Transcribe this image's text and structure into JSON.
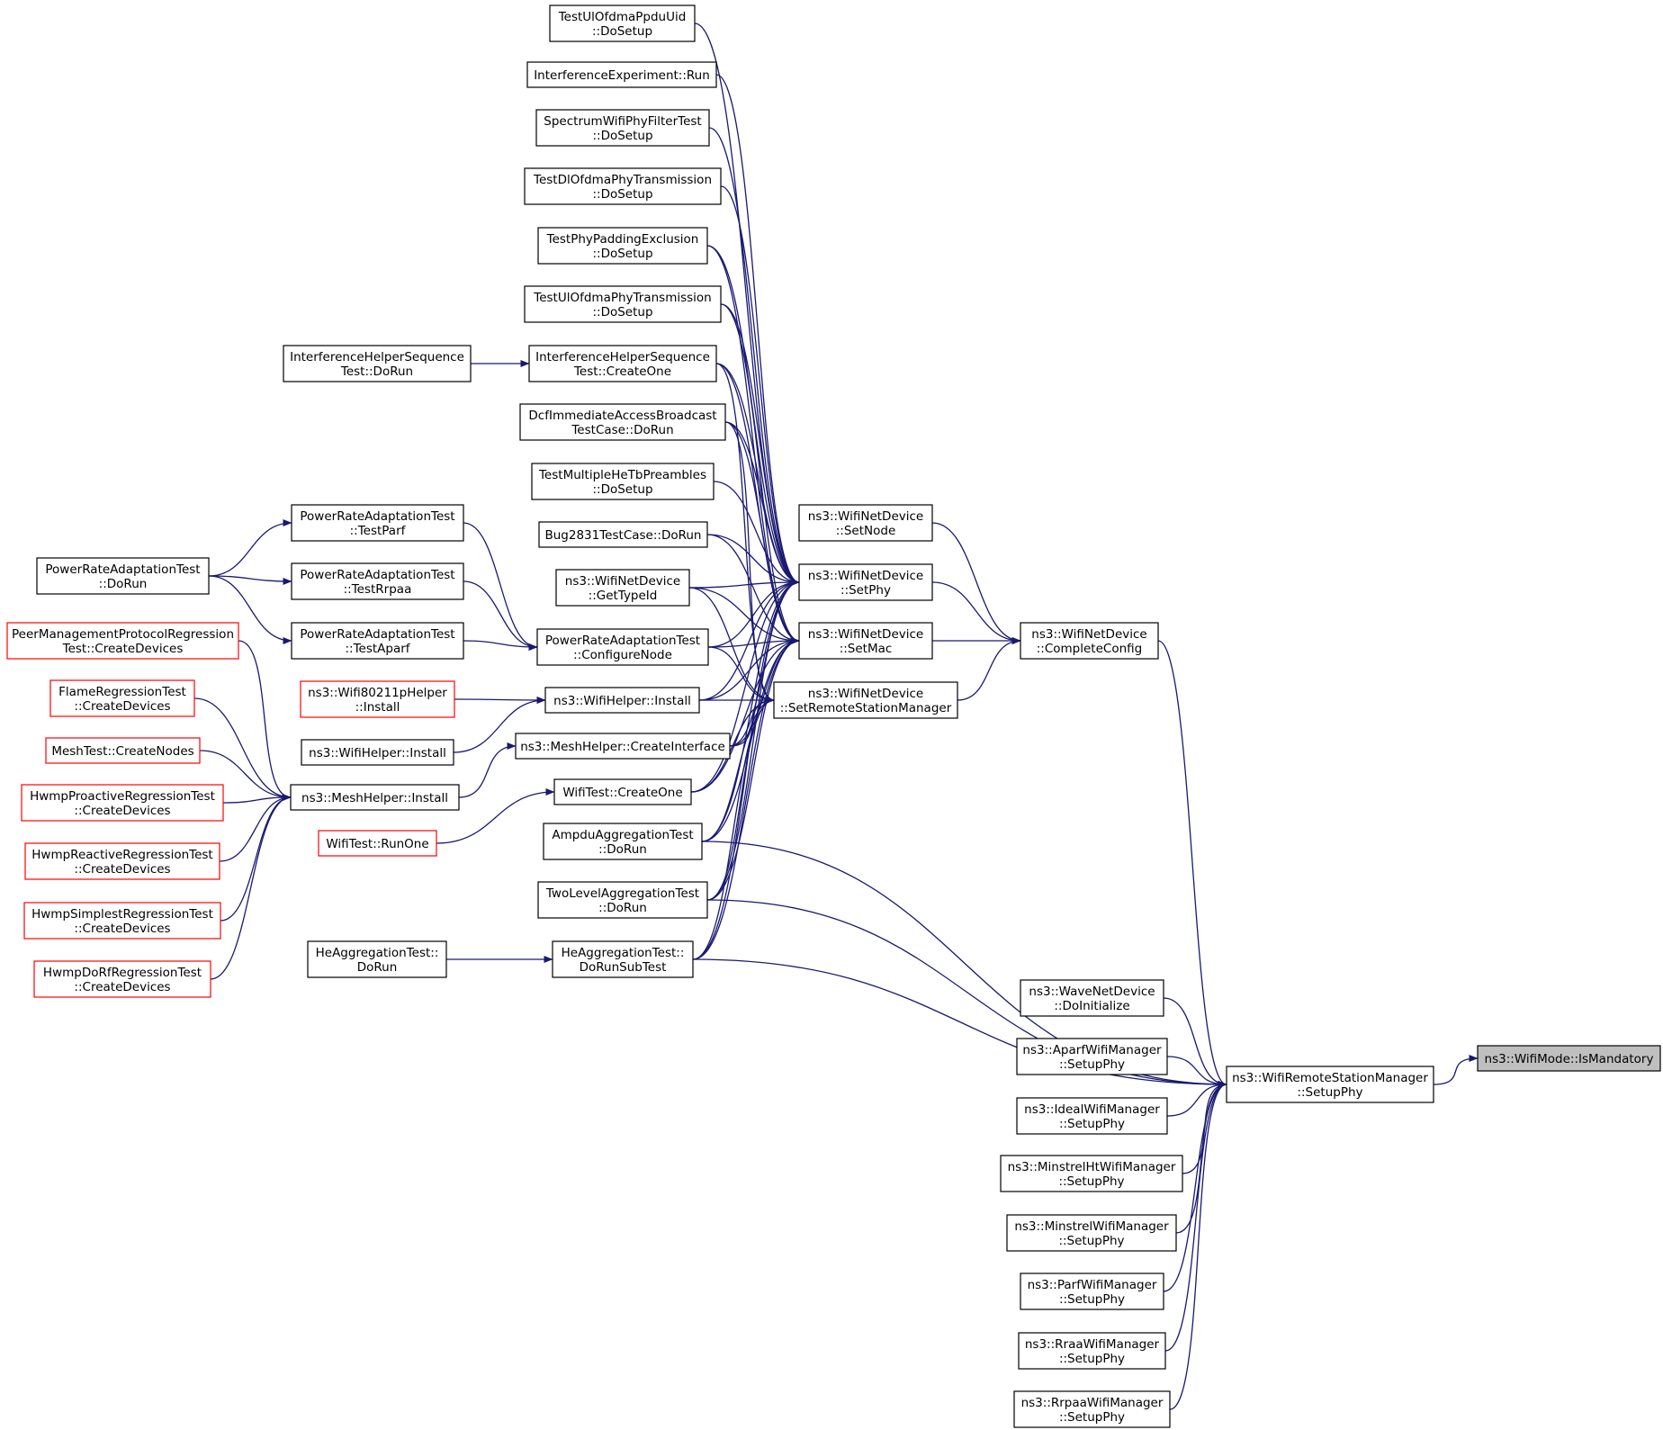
{
  "colors": {
    "edge": "#191970",
    "node_border": "#000000",
    "node_border_truncated": "#ff0000",
    "node_fill": "#ffffff",
    "focus_fill": "#bfbfbf"
  },
  "nodes": [
    {
      "id": "is_mandatory",
      "lines": [
        "ns3::WifiMode::IsMandatory"
      ],
      "style": "focus"
    },
    {
      "id": "rsm_setupphy",
      "lines": [
        "ns3::WifiRemoteStationManager",
        "::SetupPhy"
      ],
      "style": "normal"
    },
    {
      "id": "wave_doinit",
      "lines": [
        "ns3::WaveNetDevice",
        "::DoInitialize"
      ],
      "style": "normal"
    },
    {
      "id": "aparf_setupphy",
      "lines": [
        "ns3::AparfWifiManager",
        "::SetupPhy"
      ],
      "style": "normal"
    },
    {
      "id": "ideal_setupphy",
      "lines": [
        "ns3::IdealWifiManager",
        "::SetupPhy"
      ],
      "style": "normal"
    },
    {
      "id": "minstrelht_setupphy",
      "lines": [
        "ns3::MinstrelHtWifiManager",
        "::SetupPhy"
      ],
      "style": "normal"
    },
    {
      "id": "minstrel_setupphy",
      "lines": [
        "ns3::MinstrelWifiManager",
        "::SetupPhy"
      ],
      "style": "normal"
    },
    {
      "id": "parf_setupphy",
      "lines": [
        "ns3::ParfWifiManager",
        "::SetupPhy"
      ],
      "style": "normal"
    },
    {
      "id": "rraa_setupphy",
      "lines": [
        "ns3::RraaWifiManager",
        "::SetupPhy"
      ],
      "style": "normal"
    },
    {
      "id": "rrpaa_setupphy",
      "lines": [
        "ns3::RrpaaWifiManager",
        "::SetupPhy"
      ],
      "style": "normal"
    },
    {
      "id": "completeconfig",
      "lines": [
        "ns3::WifiNetDevice",
        "::CompleteConfig"
      ],
      "style": "normal"
    },
    {
      "id": "setnode",
      "lines": [
        "ns3::WifiNetDevice",
        "::SetNode"
      ],
      "style": "normal"
    },
    {
      "id": "setphy",
      "lines": [
        "ns3::WifiNetDevice",
        "::SetPhy"
      ],
      "style": "normal"
    },
    {
      "id": "setmac",
      "lines": [
        "ns3::WifiNetDevice",
        "::SetMac"
      ],
      "style": "normal"
    },
    {
      "id": "setrsm",
      "lines": [
        "ns3::WifiNetDevice",
        "::SetRemoteStationManager"
      ],
      "style": "normal"
    },
    {
      "id": "ulofdma_ppdu",
      "lines": [
        "TestUlOfdmaPpduUid",
        "::DoSetup"
      ],
      "style": "normal"
    },
    {
      "id": "interf_run",
      "lines": [
        "InterferenceExperiment::Run"
      ],
      "style": "normal"
    },
    {
      "id": "spectrum_filter",
      "lines": [
        "SpectrumWifiPhyFilterTest",
        "::DoSetup"
      ],
      "style": "normal"
    },
    {
      "id": "dlofdma",
      "lines": [
        "TestDlOfdmaPhyTransmission",
        "::DoSetup"
      ],
      "style": "normal"
    },
    {
      "id": "phypadding",
      "lines": [
        "TestPhyPaddingExclusion",
        "::DoSetup"
      ],
      "style": "normal"
    },
    {
      "id": "ulofdma_phy",
      "lines": [
        "TestUlOfdmaPhyTransmission",
        "::DoSetup"
      ],
      "style": "normal"
    },
    {
      "id": "ihs_createone",
      "lines": [
        "InterferenceHelperSequence",
        "Test::CreateOne"
      ],
      "style": "normal"
    },
    {
      "id": "ihs_dorun",
      "lines": [
        "InterferenceHelperSequence",
        "Test::DoRun"
      ],
      "style": "normal"
    },
    {
      "id": "dcf_dorun",
      "lines": [
        "DcfImmediateAccessBroadcast",
        "TestCase::DoRun"
      ],
      "style": "normal"
    },
    {
      "id": "multiplehetb",
      "lines": [
        "TestMultipleHeTbPreambles",
        "::DoSetup"
      ],
      "style": "normal"
    },
    {
      "id": "bug2831",
      "lines": [
        "Bug2831TestCase::DoRun"
      ],
      "style": "normal"
    },
    {
      "id": "gettypeid",
      "lines": [
        "ns3::WifiNetDevice",
        "::GetTypeId"
      ],
      "style": "normal"
    },
    {
      "id": "configurenode",
      "lines": [
        "PowerRateAdaptationTest",
        "::ConfigureNode"
      ],
      "style": "normal"
    },
    {
      "id": "wifihelper_install_a",
      "lines": [
        "ns3::WifiHelper::Install"
      ],
      "style": "normal"
    },
    {
      "id": "mesh_createinterface",
      "lines": [
        "ns3::MeshHelper::CreateInterface"
      ],
      "style": "normal"
    },
    {
      "id": "wifitest_createone",
      "lines": [
        "WifiTest::CreateOne"
      ],
      "style": "normal"
    },
    {
      "id": "ampdu_dorun",
      "lines": [
        "AmpduAggregationTest",
        "::DoRun"
      ],
      "style": "normal"
    },
    {
      "id": "twolevel_dorun",
      "lines": [
        "TwoLevelAggregationTest",
        "::DoRun"
      ],
      "style": "normal"
    },
    {
      "id": "heagg_subtest",
      "lines": [
        "HeAggregationTest::",
        "DoRunSubTest"
      ],
      "style": "normal"
    },
    {
      "id": "heagg_dorun",
      "lines": [
        "HeAggregationTest::",
        "DoRun"
      ],
      "style": "normal"
    },
    {
      "id": "testparf",
      "lines": [
        "PowerRateAdaptationTest",
        "::TestParf"
      ],
      "style": "normal"
    },
    {
      "id": "testrrpaa",
      "lines": [
        "PowerRateAdaptationTest",
        "::TestRrpaa"
      ],
      "style": "normal"
    },
    {
      "id": "testaparf",
      "lines": [
        "PowerRateAdaptationTest",
        "::TestAparf"
      ],
      "style": "normal"
    },
    {
      "id": "pra_dorun",
      "lines": [
        "PowerRateAdaptationTest",
        "::DoRun"
      ],
      "style": "normal"
    },
    {
      "id": "wifi80211p_install",
      "lines": [
        "ns3::Wifi80211pHelper",
        "::Install"
      ],
      "style": "truncated"
    },
    {
      "id": "wifihelper_install_b",
      "lines": [
        "ns3::WifiHelper::Install"
      ],
      "style": "normal"
    },
    {
      "id": "meshhelper_install",
      "lines": [
        "ns3::MeshHelper::Install"
      ],
      "style": "normal"
    },
    {
      "id": "wifitest_runone",
      "lines": [
        "WifiTest::RunOne"
      ],
      "style": "truncated"
    },
    {
      "id": "peermgmt",
      "lines": [
        "PeerManagementProtocolRegression",
        "Test::CreateDevices"
      ],
      "style": "truncated"
    },
    {
      "id": "flame",
      "lines": [
        "FlameRegressionTest",
        "::CreateDevices"
      ],
      "style": "truncated"
    },
    {
      "id": "meshtest",
      "lines": [
        "MeshTest::CreateNodes"
      ],
      "style": "truncated"
    },
    {
      "id": "hwmp_proactive",
      "lines": [
        "HwmpProactiveRegressionTest",
        "::CreateDevices"
      ],
      "style": "truncated"
    },
    {
      "id": "hwmp_reactive",
      "lines": [
        "HwmpReactiveRegressionTest",
        "::CreateDevices"
      ],
      "style": "truncated"
    },
    {
      "id": "hwmp_simplest",
      "lines": [
        "HwmpSimplestRegressionTest",
        "::CreateDevices"
      ],
      "style": "truncated"
    },
    {
      "id": "hwmp_dorf",
      "lines": [
        "HwmpDoRfRegressionTest",
        "::CreateDevices"
      ],
      "style": "truncated"
    }
  ],
  "edges": [
    [
      "rsm_setupphy",
      "is_mandatory"
    ],
    [
      "wave_doinit",
      "rsm_setupphy"
    ],
    [
      "aparf_setupphy",
      "rsm_setupphy"
    ],
    [
      "ideal_setupphy",
      "rsm_setupphy"
    ],
    [
      "minstrelht_setupphy",
      "rsm_setupphy"
    ],
    [
      "minstrel_setupphy",
      "rsm_setupphy"
    ],
    [
      "parf_setupphy",
      "rsm_setupphy"
    ],
    [
      "rraa_setupphy",
      "rsm_setupphy"
    ],
    [
      "rrpaa_setupphy",
      "rsm_setupphy"
    ],
    [
      "completeconfig",
      "rsm_setupphy"
    ],
    [
      "ampdu_dorun",
      "rsm_setupphy"
    ],
    [
      "twolevel_dorun",
      "rsm_setupphy"
    ],
    [
      "heagg_subtest",
      "rsm_setupphy"
    ],
    [
      "setnode",
      "completeconfig"
    ],
    [
      "setphy",
      "completeconfig"
    ],
    [
      "setmac",
      "completeconfig"
    ],
    [
      "setrsm",
      "completeconfig"
    ],
    [
      "ulofdma_ppdu",
      "setphy"
    ],
    [
      "interf_run",
      "setphy"
    ],
    [
      "spectrum_filter",
      "setphy"
    ],
    [
      "dlofdma",
      "setphy"
    ],
    [
      "phypadding",
      "setphy"
    ],
    [
      "ulofdma_phy",
      "setphy"
    ],
    [
      "ihs_createone",
      "setphy"
    ],
    [
      "dcf_dorun",
      "setphy"
    ],
    [
      "multiplehetb",
      "setphy"
    ],
    [
      "bug2831",
      "setphy"
    ],
    [
      "gettypeid",
      "setphy"
    ],
    [
      "configurenode",
      "setphy"
    ],
    [
      "wifihelper_install_a",
      "setphy"
    ],
    [
      "mesh_createinterface",
      "setphy"
    ],
    [
      "wifitest_createone",
      "setphy"
    ],
    [
      "ampdu_dorun",
      "setphy"
    ],
    [
      "twolevel_dorun",
      "setphy"
    ],
    [
      "heagg_subtest",
      "setphy"
    ],
    [
      "phypadding",
      "setmac"
    ],
    [
      "ulofdma_phy",
      "setmac"
    ],
    [
      "ihs_createone",
      "setmac"
    ],
    [
      "dcf_dorun",
      "setmac"
    ],
    [
      "bug2831",
      "setmac"
    ],
    [
      "gettypeid",
      "setmac"
    ],
    [
      "configurenode",
      "setmac"
    ],
    [
      "wifihelper_install_a",
      "setmac"
    ],
    [
      "mesh_createinterface",
      "setmac"
    ],
    [
      "wifitest_createone",
      "setmac"
    ],
    [
      "ampdu_dorun",
      "setmac"
    ],
    [
      "twolevel_dorun",
      "setmac"
    ],
    [
      "heagg_subtest",
      "setmac"
    ],
    [
      "ihs_createone",
      "setrsm"
    ],
    [
      "dcf_dorun",
      "setrsm"
    ],
    [
      "gettypeid",
      "setrsm"
    ],
    [
      "configurenode",
      "setrsm"
    ],
    [
      "wifihelper_install_a",
      "setrsm"
    ],
    [
      "mesh_createinterface",
      "setrsm"
    ],
    [
      "wifitest_createone",
      "setrsm"
    ],
    [
      "ampdu_dorun",
      "setrsm"
    ],
    [
      "twolevel_dorun",
      "setrsm"
    ],
    [
      "heagg_subtest",
      "setrsm"
    ],
    [
      "ihs_dorun",
      "ihs_createone"
    ],
    [
      "heagg_dorun",
      "heagg_subtest"
    ],
    [
      "testparf",
      "configurenode"
    ],
    [
      "testrrpaa",
      "configurenode"
    ],
    [
      "testaparf",
      "configurenode"
    ],
    [
      "pra_dorun",
      "testparf"
    ],
    [
      "pra_dorun",
      "testrrpaa"
    ],
    [
      "pra_dorun",
      "testaparf"
    ],
    [
      "wifi80211p_install",
      "wifihelper_install_a"
    ],
    [
      "wifihelper_install_b",
      "wifihelper_install_a"
    ],
    [
      "meshhelper_install",
      "mesh_createinterface"
    ],
    [
      "wifitest_runone",
      "wifitest_createone"
    ],
    [
      "peermgmt",
      "meshhelper_install"
    ],
    [
      "flame",
      "meshhelper_install"
    ],
    [
      "meshtest",
      "meshhelper_install"
    ],
    [
      "hwmp_proactive",
      "meshhelper_install"
    ],
    [
      "hwmp_reactive",
      "meshhelper_install"
    ],
    [
      "hwmp_simplest",
      "meshhelper_install"
    ],
    [
      "hwmp_dorf",
      "meshhelper_install"
    ]
  ]
}
